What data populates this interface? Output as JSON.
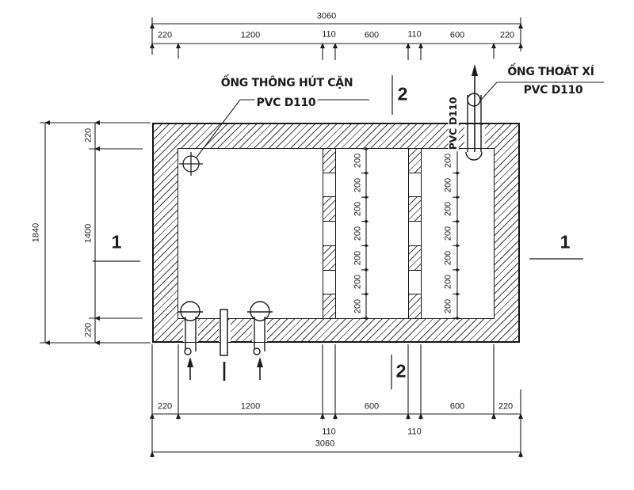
{
  "drawing": {
    "labels": {
      "suction_pipe": {
        "line1": "ỐNG THÔNG HÚT CẶN",
        "line2": "PVC D110"
      },
      "outlet_pipe": {
        "line1": "ỐNG THOÁT XÍ",
        "line2": "PVC  D110"
      },
      "outlet_pipe_vertical": "PVC D110"
    },
    "section_markers": {
      "top": "2",
      "bottom": "2",
      "left": "1",
      "right": "1"
    },
    "dims": {
      "top": {
        "total": "3060",
        "segments": [
          "220",
          "1200",
          "110",
          "600",
          "110",
          "600",
          "220"
        ]
      },
      "left": {
        "total": "1840",
        "segments": [
          "220",
          "1400",
          "220"
        ]
      },
      "bottom": {
        "row1": [
          "220",
          "1200",
          "600",
          "600",
          "220"
        ],
        "row2": [
          "110",
          "110"
        ],
        "total": "3060"
      },
      "chain": {
        "value": "200",
        "count": 7
      }
    },
    "colors": {
      "line": "#1c1c1c",
      "hatch": "#3f3f3f",
      "background": "#ffffff"
    },
    "symbols": [
      "up-arrow-icon",
      "pipe-crosshair-icon",
      "pipe-circle-icon",
      "section-cut-line"
    ]
  }
}
